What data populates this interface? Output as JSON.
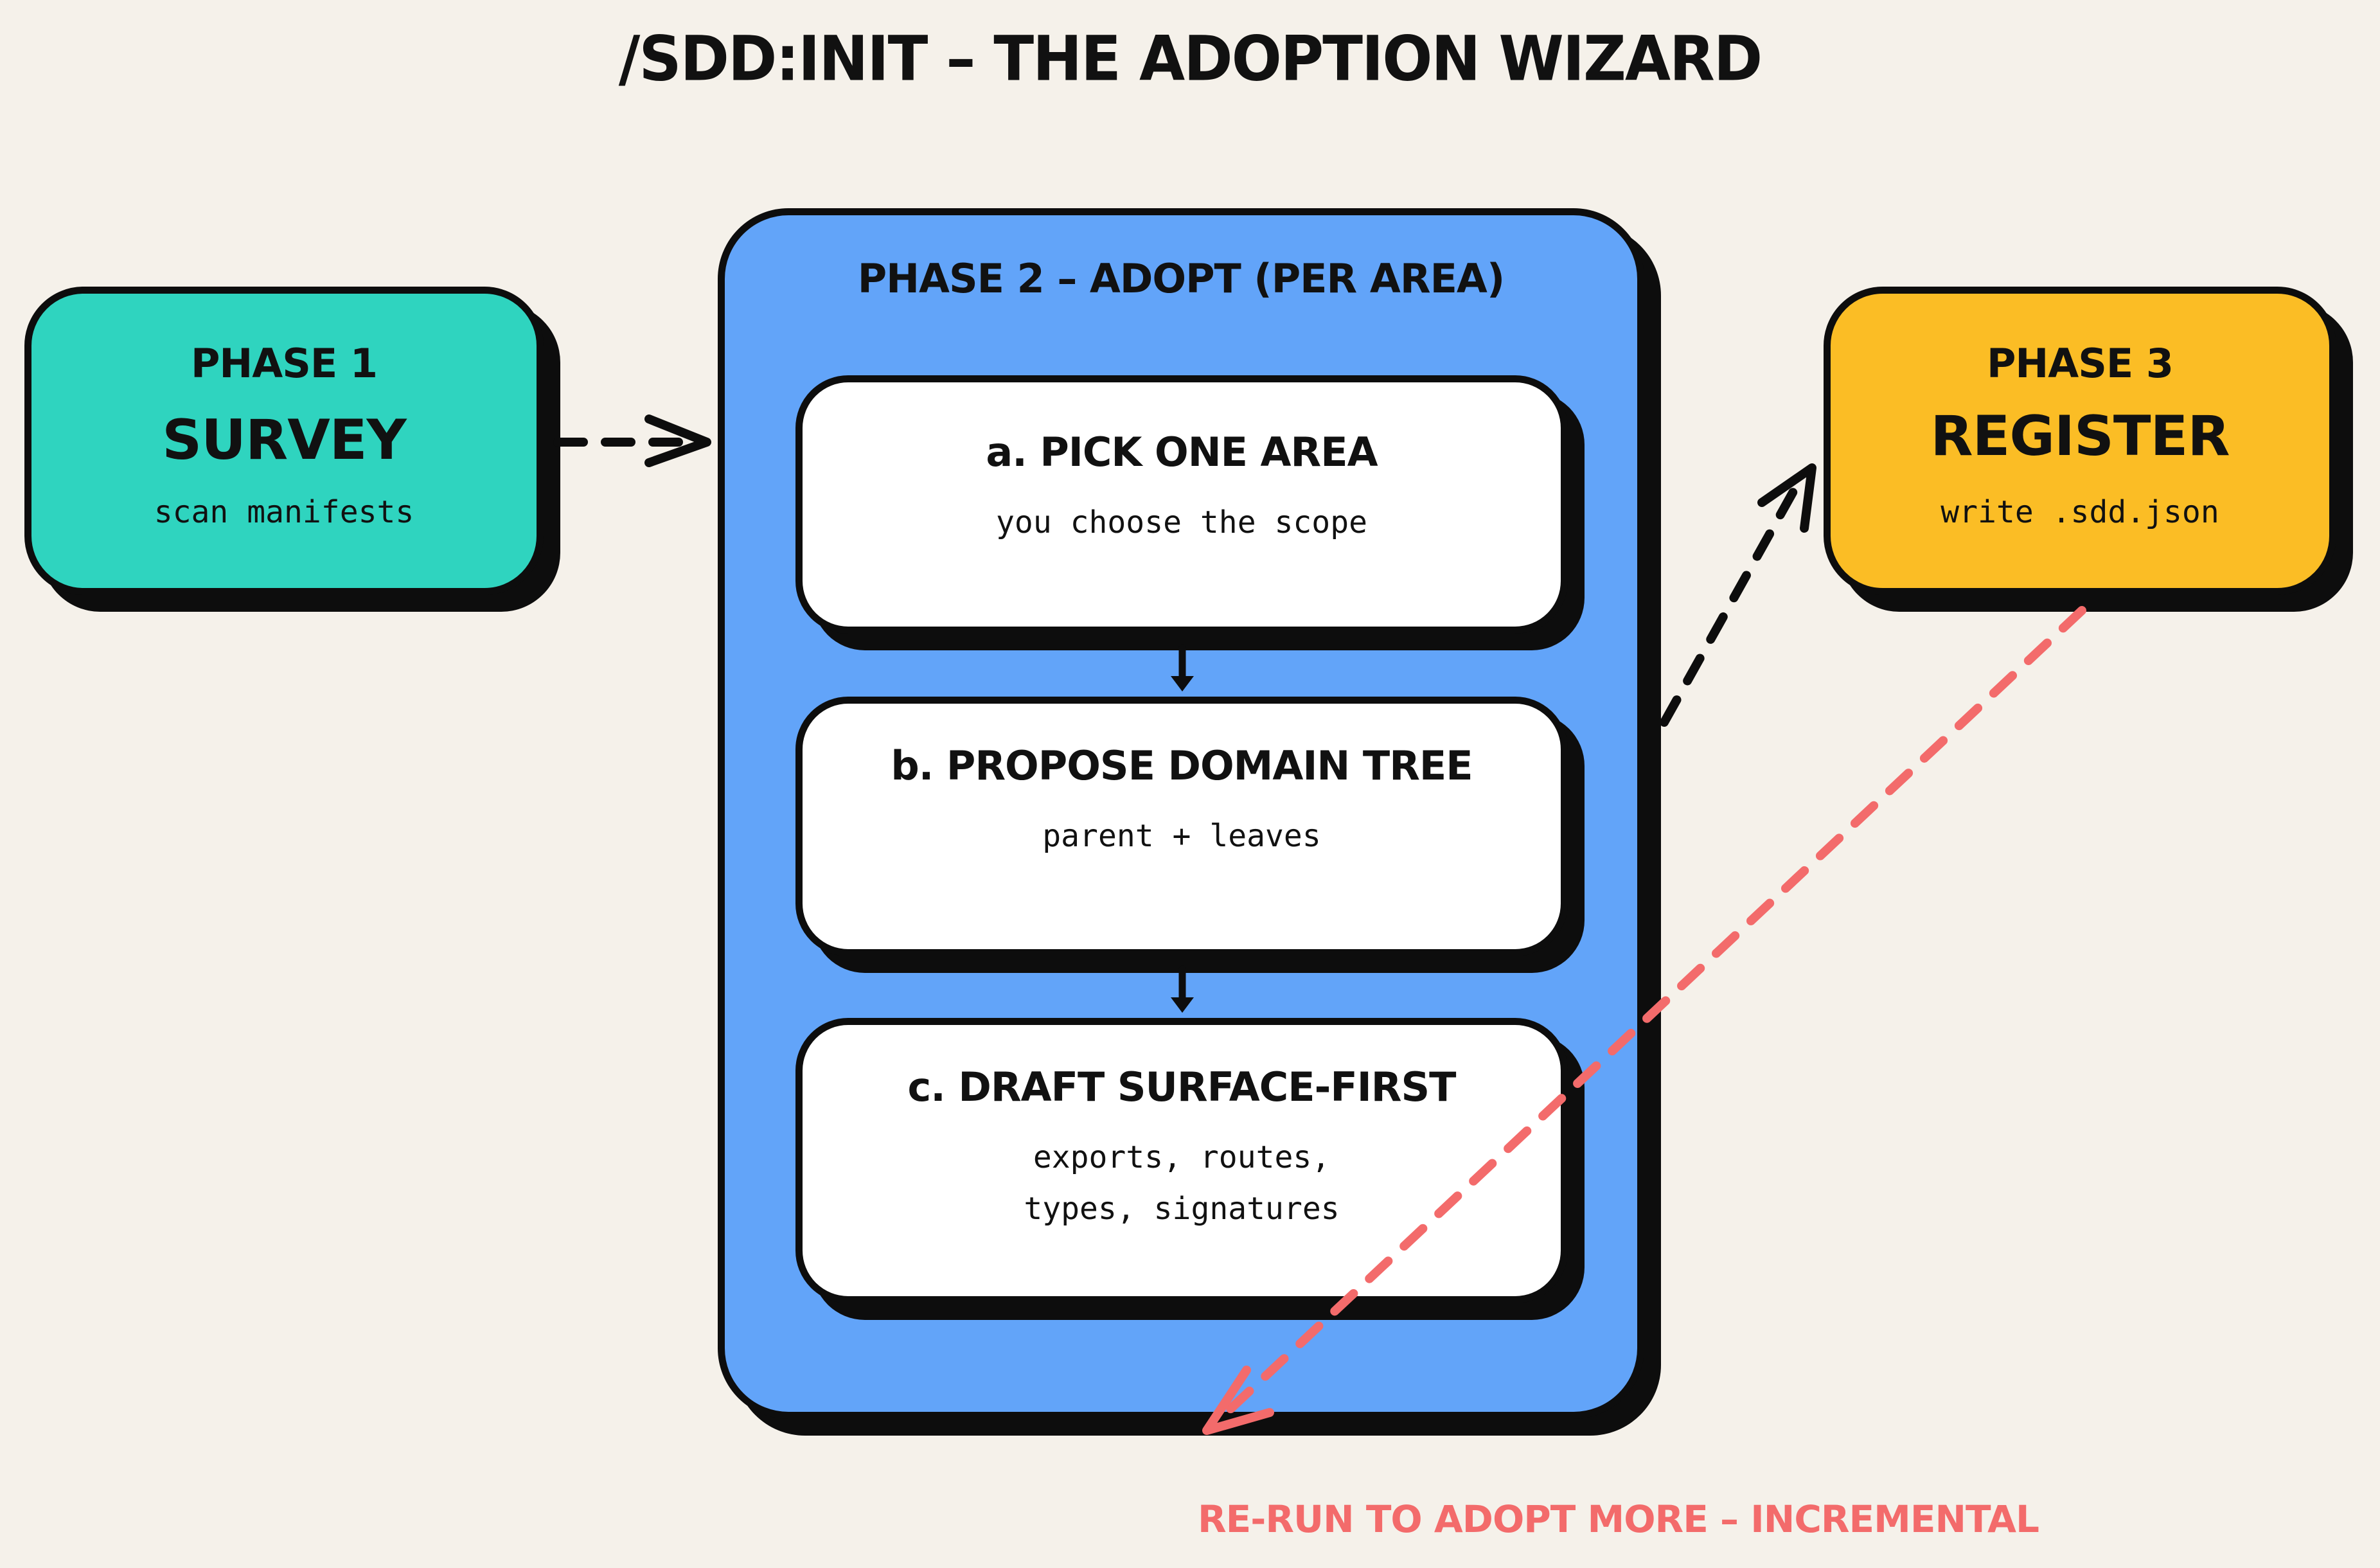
{
  "title": "/SDD:INIT – THE ADOPTION WIZARD",
  "phase1": {
    "label": "PHASE 1",
    "name": "SURVEY",
    "desc": "scan manifests"
  },
  "phase2": {
    "label": "PHASE 2 – ADOPT (PER AREA)",
    "steps": [
      {
        "title": "a. PICK ONE AREA",
        "desc": "you choose the scope"
      },
      {
        "title": "b. PROPOSE DOMAIN TREE",
        "desc": "parent + leaves"
      },
      {
        "title": "c. DRAFT SURFACE-FIRST",
        "desc": "exports, routes,\ntypes, signatures"
      }
    ]
  },
  "phase3": {
    "label": "PHASE 3",
    "name": "REGISTER",
    "desc": "write .sdd.json"
  },
  "loop_note": "RE-RUN TO ADOPT MORE – INCREMENTAL",
  "colors": {
    "background": "#f5f1ea",
    "phase1": "#2fd4bf",
    "phase2": "#62a4f9",
    "phase3": "#fbbd25",
    "step": "#ffffff",
    "loop": "#f36b6b",
    "ink": "#0d0d0d"
  }
}
